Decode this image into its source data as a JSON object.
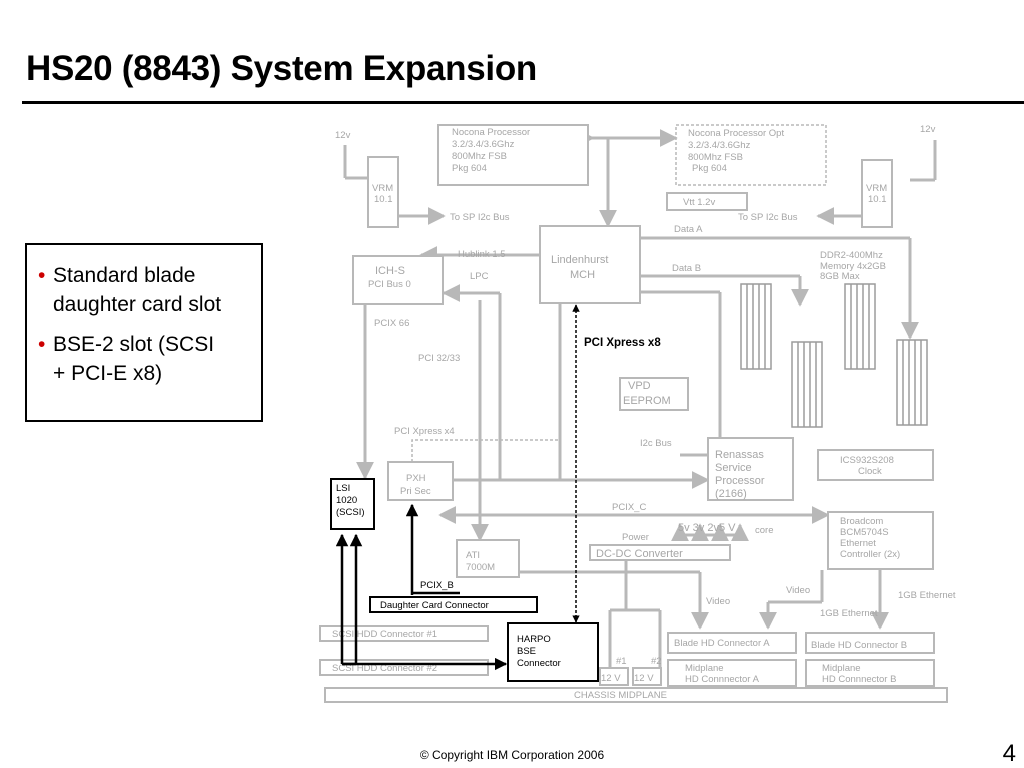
{
  "slide": {
    "title": "HS20 (8843) System Expansion",
    "footer": "© Copyright IBM Corporation 2006",
    "page_number": "4"
  },
  "bullets": [
    {
      "text": "Standard blade daughter card slot",
      "lines": [
        "Standard blade",
        "daughter card slot"
      ]
    },
    {
      "text": "BSE-2 slot (SCSI + PCI-E x8)",
      "lines": [
        "BSE-2 slot (SCSI",
        "+ PCI-E x8)"
      ]
    }
  ],
  "diagram": {
    "cpu1": [
      "Nocona Processor",
      "3.2/3.4/3.6Ghz",
      "800Mhz FSB",
      "Pkg 604"
    ],
    "cpu2": [
      "Nocona Processor Opt",
      "3.2/3.4/3.6Ghz",
      "800Mhz FSB",
      "Pkg 604"
    ],
    "vrm1": [
      "VRM",
      "10.1"
    ],
    "vrm2": [
      "VRM",
      "10.1"
    ],
    "v12_left": "12v",
    "v12_right": "12v",
    "to_sp_left": "To SP I2c Bus",
    "to_sp_right": "To SP I2c Bus",
    "vtt": "Vtt 1.2v",
    "mch": [
      "Lindenhurst",
      "MCH"
    ],
    "hublink": "Hublink 1.5",
    "lpc": "LPC",
    "data_a": "Data A",
    "data_b": "Data B",
    "memory": [
      "DDR2-400Mhz",
      "Memory 4x2GB",
      "8GB Max"
    ],
    "ich": [
      "ICH-S",
      "PCI Bus 0"
    ],
    "pcix66": "PCIX 66",
    "pci3233": "PCI 32/33",
    "pci_xpress_x8": "PCI Xpress x8",
    "vpd": [
      "VPD",
      "EEPROM"
    ],
    "pci_xpress_x4": "PCI Xpress x4",
    "i2c_bus": "I2c Bus",
    "renassas": [
      "Renassas",
      "Service",
      "Processor",
      "(2166)"
    ],
    "clock": [
      "ICS932S208",
      "Clock"
    ],
    "pxh": [
      "PXH",
      "Pri    Sec"
    ],
    "lsi": [
      "LSI",
      "1020",
      "(SCSI)"
    ],
    "pcix_c": "PCIX_C",
    "power": "Power",
    "voltages": "5v 3v 2v5 V",
    "core": "core",
    "broadcom": [
      "Broadcom",
      "BCM5704S",
      "Ethernet",
      "Controller (2x)"
    ],
    "dcdc": "DC-DC Converter",
    "ati": [
      "ATI",
      "7000M"
    ],
    "pcix_b": "PCIX_B",
    "daughter_card": "Daughter Card Connector",
    "video1": "Video",
    "video2": "Video",
    "gbe1": "1GB Ethernet",
    "gbe2": "1GB Ethernet",
    "scsi1": "SCSI HDD Connector #1",
    "scsi2": "SCSI HDD Connector #2",
    "harpo": [
      "HARPO",
      "BSE",
      "Connector"
    ],
    "hd_a": "Blade HD Connector A",
    "hd_b": "Blade HD Connector B",
    "fuse1": "#1",
    "fuse2": "#2",
    "v12_a": "12 V",
    "v12_b": "12 V",
    "mid_a": [
      "Midplane",
      "HD Connnector A"
    ],
    "mid_b": [
      "Midplane",
      "HD Connnector B"
    ],
    "chassis": "CHASSIS MIDPLANE"
  },
  "colors": {
    "faded": "#b8b8b8",
    "faded_text": "#a6a6a6",
    "highlight": "#000000",
    "bullet": "#cc0000"
  }
}
